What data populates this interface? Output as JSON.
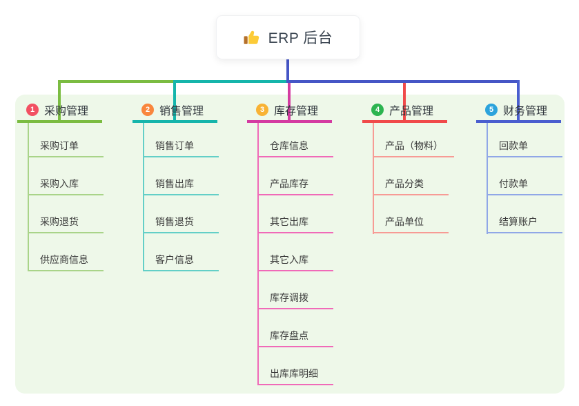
{
  "root": {
    "title": "ERP 后台",
    "icon": "thumbs-up-icon"
  },
  "colors": {
    "canvas_bg": "#ffffff",
    "panel_bg": "#eef8e9",
    "root_connector": "#4656c6",
    "node_text": "#3a3a3a"
  },
  "branches": [
    {
      "index": "1",
      "label": "采购管理",
      "color": "#7bbc41",
      "light_color": "#a9d489",
      "badge_color": "#f25062",
      "children": [
        "采购订单",
        "采购入库",
        "采购退货",
        "供应商信息"
      ]
    },
    {
      "index": "2",
      "label": "销售管理",
      "color": "#16b5ab",
      "light_color": "#63cfc7",
      "badge_color": "#f9863d",
      "children": [
        "销售订单",
        "销售出库",
        "销售退货",
        "客户信息"
      ]
    },
    {
      "index": "3",
      "label": "库存管理",
      "color": "#d43ba1",
      "light_color": "#f06ab8",
      "badge_color": "#f8b234",
      "children": [
        "仓库信息",
        "产品库存",
        "其它出库",
        "其它入库",
        "库存调拨",
        "库存盘点",
        "出库库明细"
      ]
    },
    {
      "index": "4",
      "label": "产品管理",
      "color": "#f04a4a",
      "light_color": "#f79b95",
      "badge_color": "#2cb450",
      "children": [
        "产品（物料）",
        "产品分类",
        "产品单位"
      ]
    },
    {
      "index": "5",
      "label": "财务管理",
      "color": "#4a5ecf",
      "light_color": "#90a7e7",
      "badge_color": "#2ba3dc",
      "children": [
        "回款单",
        "付款单",
        "结算账户"
      ]
    }
  ]
}
